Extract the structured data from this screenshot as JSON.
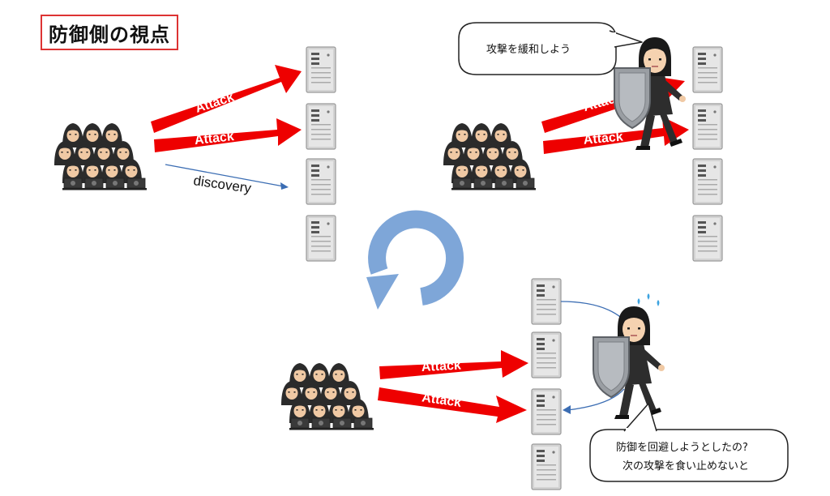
{
  "title": "防御側の視点",
  "panels": {
    "top_left": {
      "attack_1": "Attack",
      "attack_2": "Attack",
      "discovery": "discovery"
    },
    "top_right": {
      "attack_1": "Attack",
      "attack_2": "Attack",
      "speech": "攻撃を緩和しよう"
    },
    "bottom": {
      "attack_1": "Attack",
      "attack_2": "Attack",
      "speech_line_1": "防御を回避しようとしたの?",
      "speech_line_2": "次の攻撃を食い止めないと"
    }
  },
  "icons": {
    "attacker_group": "hooded-hacker-group-icon",
    "server": "server-tower-icon",
    "defender": "defender-with-shield-icon",
    "cycle": "cycle-arrow-icon"
  },
  "colors": {
    "attack_arrow": "#ee0000",
    "cycle_arrow": "#7ea6d8",
    "title_border": "#dd3333",
    "discovery_arrow": "#3b6db3"
  }
}
